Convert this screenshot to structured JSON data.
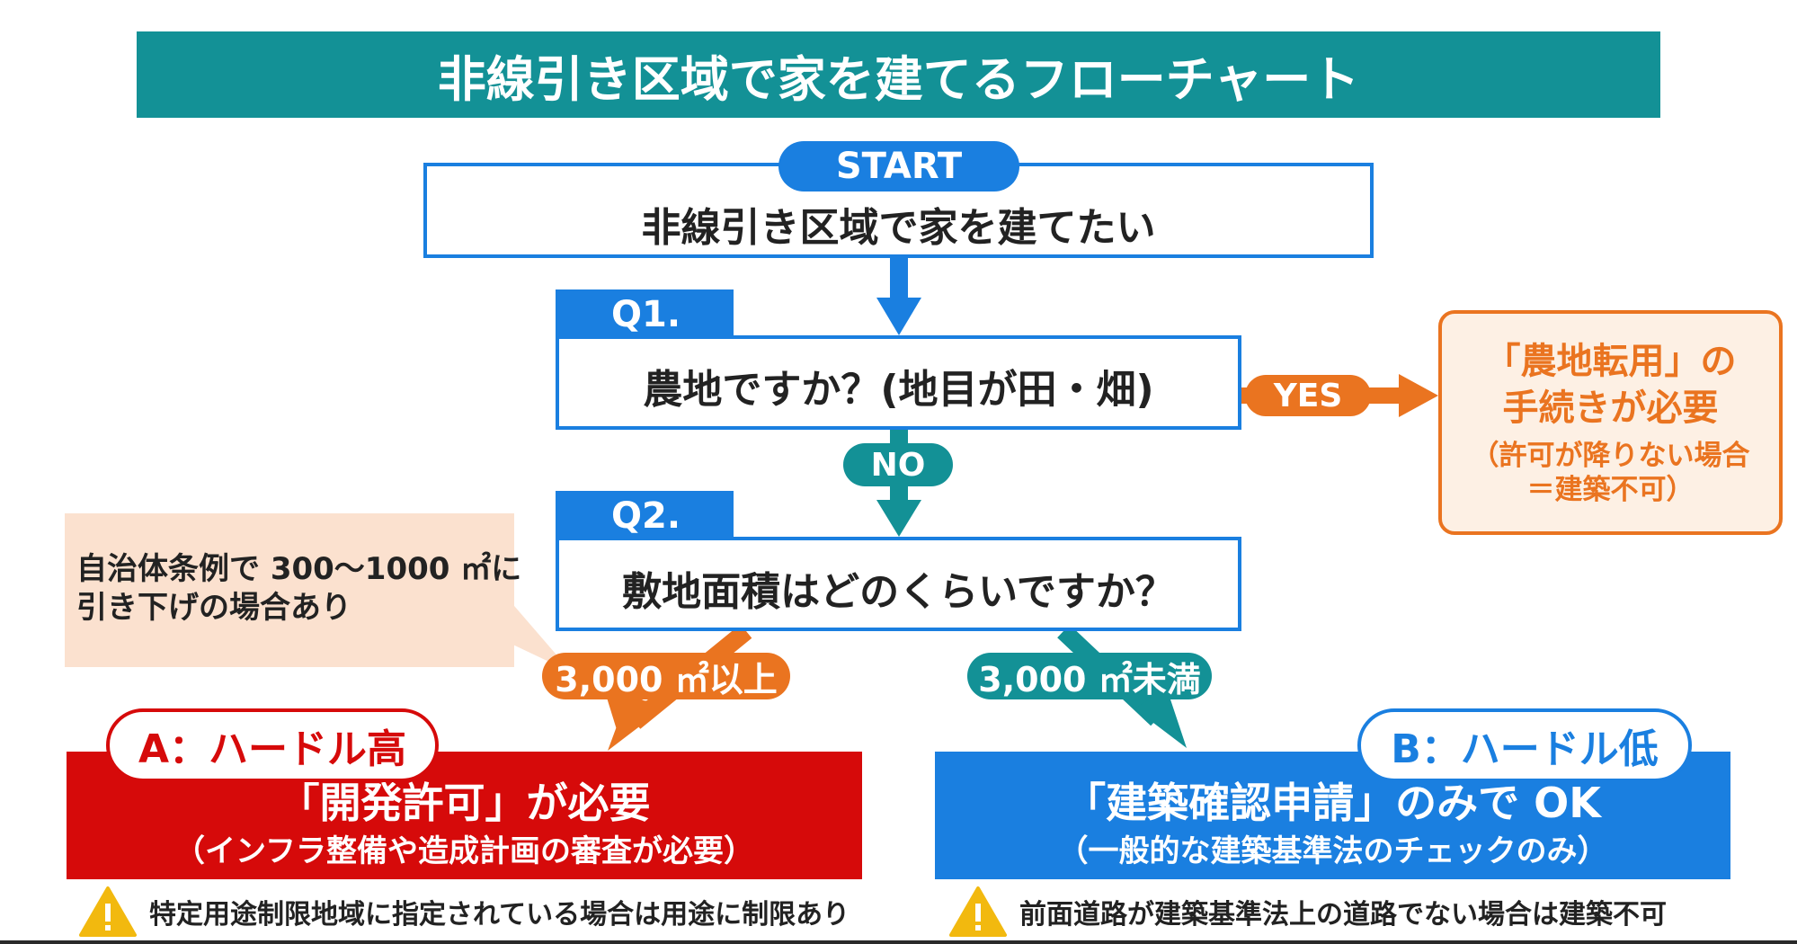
{
  "title": "非線引き区域で家を建てるフローチャート",
  "start": {
    "badge": "START",
    "text": "非線引き区域で家を建てたい"
  },
  "q1": {
    "tab": "Q1.",
    "question": "農地ですか？(地目が田・畑)",
    "yes_label": "YES",
    "no_label": "NO"
  },
  "farmland_result": {
    "title_line1": "「農地転用」の",
    "title_line2": "手続きが必要",
    "note_line1": "（許可が降りない場合",
    "note_line2": "＝建築不可）"
  },
  "q2": {
    "tab": "Q2.",
    "question": "敷地面積はどのくらいですか？"
  },
  "callout": {
    "line1": "自治体条例で 300〜1000 ㎡に",
    "line2": "引き下げの場合あり"
  },
  "branch_a": {
    "label": "3,000 ㎡以上",
    "hurdle": "A：ハードル高",
    "title": "「開発許可」が必要",
    "subtitle": "（インフラ整備や造成計画の審査が必要）",
    "warning": "特定用途制限地域に指定されている場合は用途に制限あり"
  },
  "branch_b": {
    "label": "3,000 ㎡未満",
    "hurdle": "B：ハードル低",
    "title": "「建築確認申請」のみで OK",
    "subtitle": "（一般的な建築基準法のチェックのみ）",
    "warning": "前面道路が建築基準法上の道路でない場合は建築不可"
  },
  "colors": {
    "teal": "#139196",
    "blue": "#1a7fe0",
    "orange": "#ea7420",
    "red": "#d60a0a",
    "peach": "#fbe1cf",
    "warning_yellow": "#f2b90f"
  },
  "icons": [
    "warning-icon"
  ]
}
